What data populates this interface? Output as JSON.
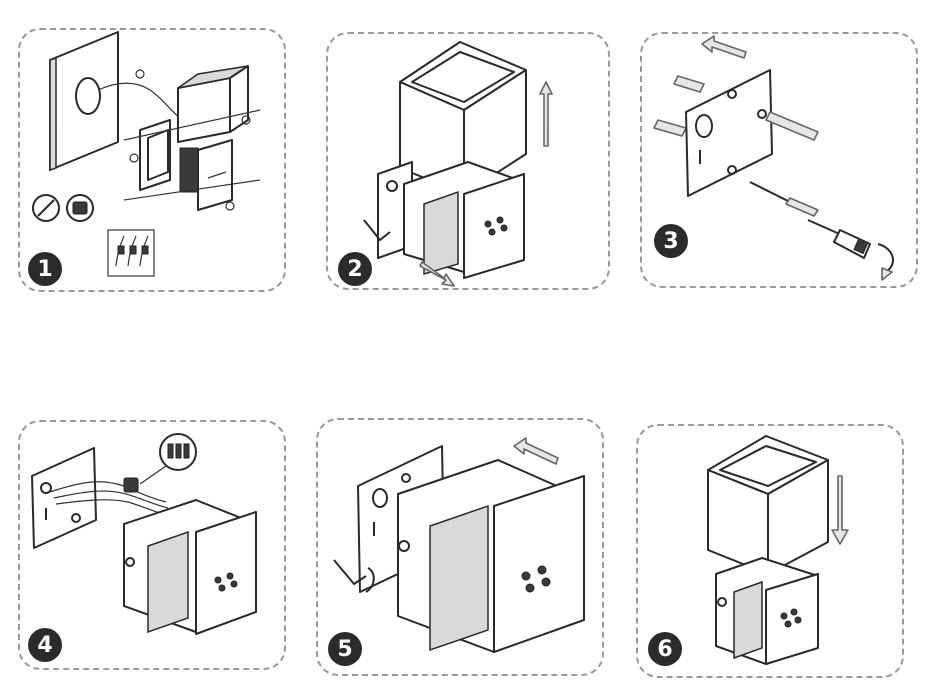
{
  "steps": [
    {
      "id": "p1",
      "number": "1"
    },
    {
      "id": "p2",
      "number": "2"
    },
    {
      "id": "p3",
      "number": "3"
    },
    {
      "id": "p4",
      "number": "4"
    },
    {
      "id": "p5",
      "number": "5"
    },
    {
      "id": "p6",
      "number": "6"
    }
  ],
  "icons": [
    "wall-plate-icon",
    "screwdriver-icon",
    "drill-icon",
    "wire-connector-icon",
    "hex-key-icon",
    "arrow-icon",
    "cube-shade-icon",
    "wall-anchor-icon",
    "screw-icon",
    "light-fixture-icon"
  ]
}
